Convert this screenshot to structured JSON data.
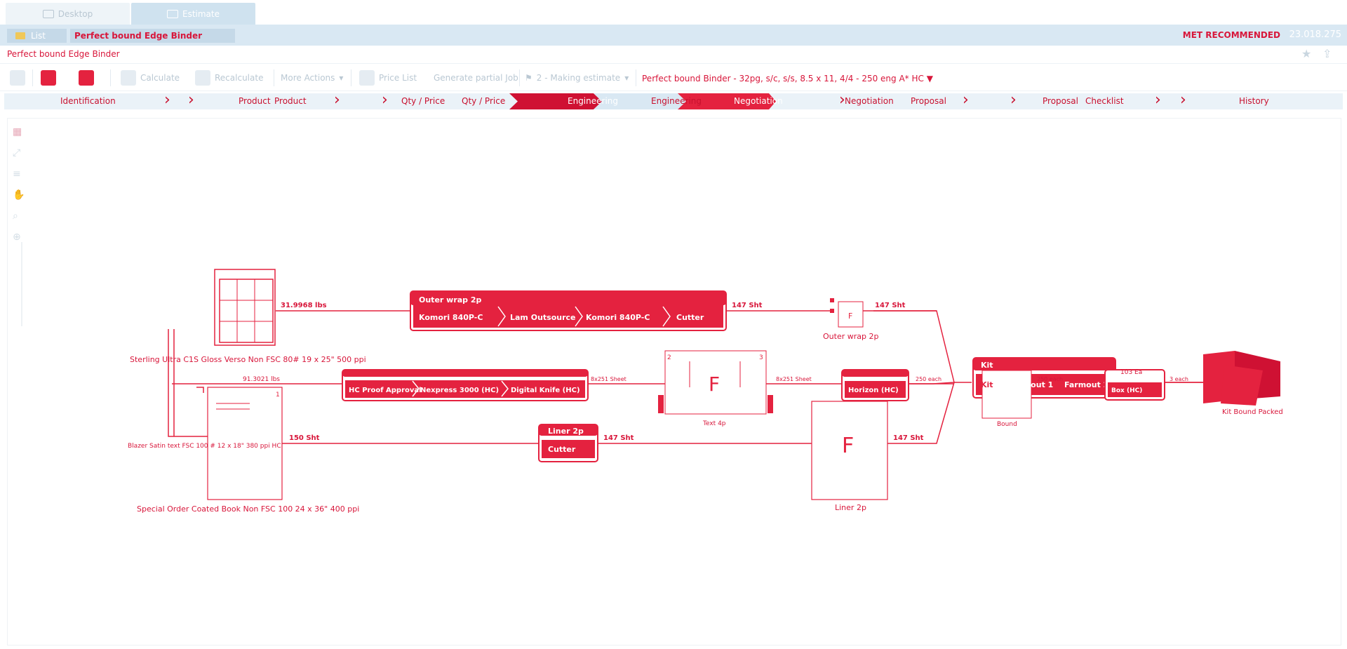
{
  "window_tabs": [
    {
      "label": "Desktop"
    },
    {
      "label": "Estimate"
    }
  ],
  "band": {
    "list_label": "List",
    "crumb": "Perfect bound Edge Binder",
    "right_text": "MET RECOMMENDED",
    "version": "23.018.275"
  },
  "title": "Perfect bound Edge Binder",
  "toolbar": {
    "calculate": "Calculate",
    "recalculate": "Recalculate",
    "more_actions": "More Actions",
    "price_list": "Price List",
    "generate_partial_job": "Generate partial Job",
    "status": "2 - Making estimate",
    "job_summary": "Perfect bound Binder - 32pg, s/c, s/s, 8.5 x 11, 4/4 - 250 eng A* HC"
  },
  "steps": [
    {
      "label": "Identification"
    },
    {
      "label": "Product"
    },
    {
      "label": "Product"
    },
    {
      "label": "Qty / Price"
    },
    {
      "label": "Qty / Price"
    },
    {
      "label": "Engineering"
    },
    {
      "label": "Engineering"
    },
    {
      "label": "Negotiation"
    },
    {
      "label": "Negotiation"
    },
    {
      "label": "Proposal"
    },
    {
      "label": "Proposal"
    },
    {
      "label": "Checklist"
    },
    {
      "label": "History"
    }
  ],
  "diagram": {
    "materials": {
      "sterling": "Sterling Ultra C1S Gloss Verso Non FSC 80# 19 x 25\" 500 ppi",
      "blazer": "Blazer Satin text FSC 100 # 12 x 18\" 380 ppi HC",
      "special": "Special Order Coated Book Non FSC 100 24 x 36\" 400 ppi"
    },
    "flows": {
      "lbs_top": "31.9968 lbs",
      "lbs_mid": "91.3021 lbs",
      "sht_150": "150 Sht",
      "sht_147_a": "147 Sht",
      "sht_147_b": "147 Sht",
      "sht_147_c": "147 Sht",
      "sht_147_d": "147 Sht",
      "sheet_8x251_a": "8x251 Sheet",
      "sheet_8x251_b": "8x251 Sheet",
      "each_250_a": "250 each",
      "each_250_b": "250 each",
      "each_3": "3 each"
    },
    "groups": {
      "outer_wrap": {
        "title": "Outer wrap 2p",
        "ops": [
          "Komori 840P-C",
          "Lam Outsource",
          "Komori 840P-C",
          "Cutter"
        ]
      },
      "text": {
        "title": "",
        "ops": [
          "HC Proof Approval",
          "Nexpress 3000 (HC)",
          "Digital Knife (HC)"
        ]
      },
      "liner": {
        "title": "Liner 2p",
        "ops": [
          "Cutter"
        ]
      },
      "horizon": {
        "title": "",
        "ops": [
          "Horizon (HC)"
        ]
      },
      "kit": {
        "title": "Kit",
        "ops": [
          "Kit",
          "Farmout 1",
          "Farmout 2"
        ]
      },
      "box": {
        "title": "103 Ea",
        "ops": [
          "Box (HC)"
        ]
      }
    },
    "components": {
      "outer_wrap": "Outer wrap 2p",
      "text": "Text 4p",
      "liner": "Liner 2p",
      "bound": "Bound",
      "final": "Kit Bound Packed"
    },
    "page_letters": {
      "f": "F",
      "n1": "1",
      "n2": "2",
      "n3": "3"
    }
  },
  "colors": {
    "accent": "#e4223f",
    "band": "#d9e8f3"
  }
}
